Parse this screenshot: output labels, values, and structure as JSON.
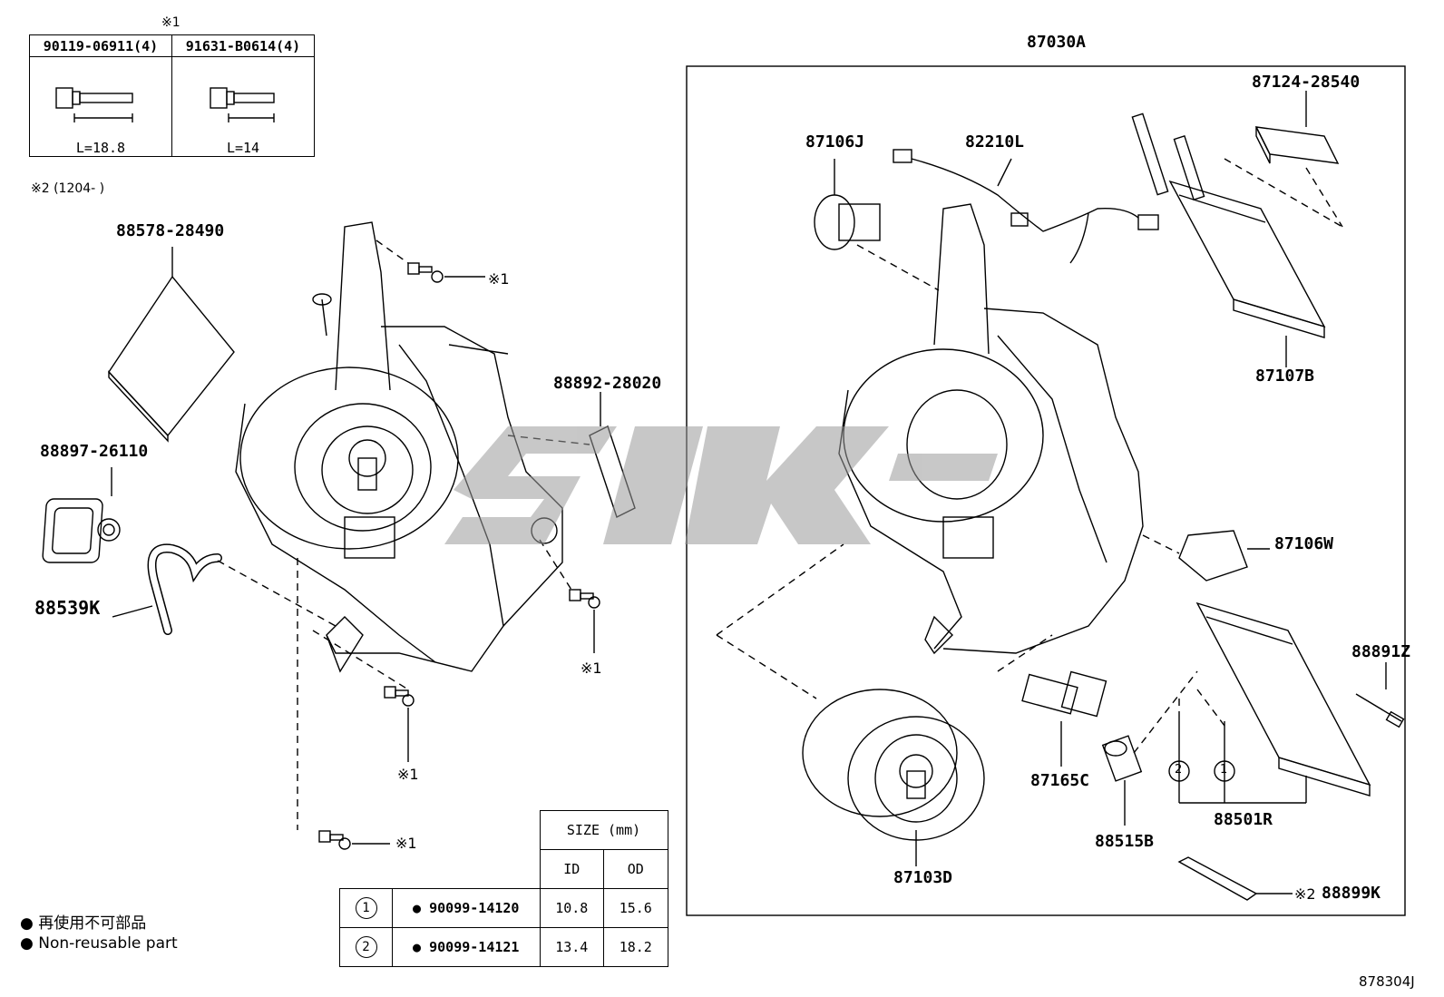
{
  "note_ref_1": "※1",
  "bolt_table": {
    "col1_part": "90119-06911(4)",
    "col2_part": "91631-B0614(4)",
    "col1_len": "L=18.8",
    "col2_len": "L=14"
  },
  "note_ref_2": "※2 (1204-     )",
  "left_labels": {
    "filter": "88578-28490",
    "grommet": "88897-26110",
    "hose": "88539K",
    "cover": "88892-28020"
  },
  "ref1_marks": {
    "a": "※1",
    "b": "※1",
    "c": "※1",
    "d": "※1"
  },
  "assembly_label": "87030A",
  "right_labels": {
    "servo": "87106J",
    "harness": "82210L",
    "heater_case": "87124-28540",
    "heater_core": "87107B",
    "servo_w": "87106W",
    "sensor": "88891Z",
    "evaporator": "88501R",
    "resistor": "87165C",
    "valve": "88515B",
    "blower": "87103D",
    "plate": "88899K",
    "plate_ref": "※2"
  },
  "seal_table": {
    "size_header": "SIZE (mm)",
    "id_header": "ID",
    "od_header": "OD",
    "rows": [
      {
        "num": "1",
        "part": "90099-14120",
        "id": "10.8",
        "od": "15.6"
      },
      {
        "num": "2",
        "part": "90099-14121",
        "id": "13.4",
        "od": "18.2"
      }
    ]
  },
  "legend": {
    "jp": "再使用不可部品",
    "en": "Non-reusable part"
  },
  "diagram_code": "878304J"
}
